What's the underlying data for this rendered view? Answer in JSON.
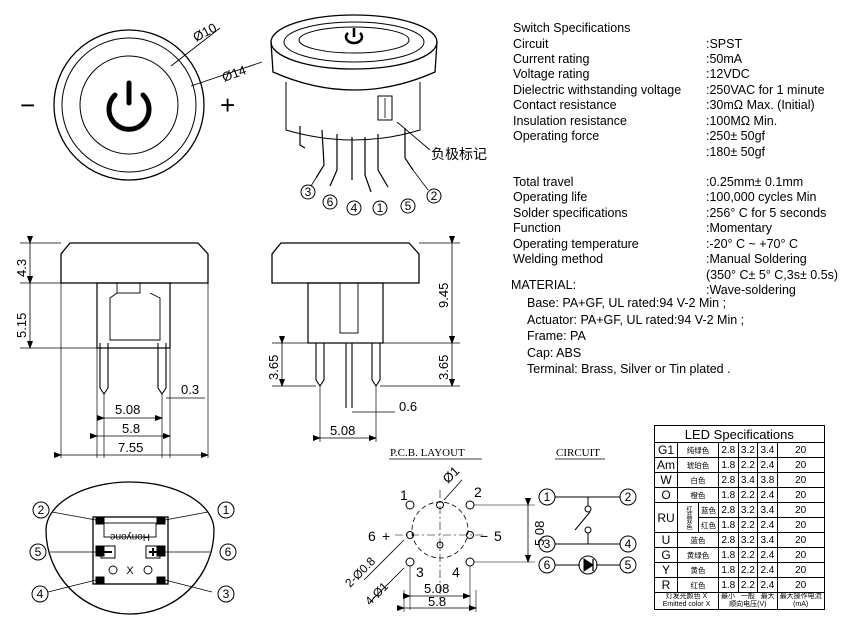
{
  "specs": {
    "title": "Switch Specifications",
    "rows": [
      {
        "label": "Circuit",
        "value": ":SPST"
      },
      {
        "label": "Current rating",
        "value": ":50mA"
      },
      {
        "label": "Voltage rating",
        "value": ":12VDC"
      },
      {
        "label": "Dielectric withstanding voltage",
        "value": ":250VAC for 1 minute"
      },
      {
        "label": "Contact resistance",
        "value": ":30mΩ  Max. (Initial)"
      },
      {
        "label": "Insulation resistance",
        "value": ":100MΩ  Min."
      },
      {
        "label": "Operating force",
        "value": ":250± 50gf"
      },
      {
        "label": "",
        "value": ":180± 50gf"
      },
      {
        "label": "Total travel",
        "value": ":0.25mm± 0.1mm"
      },
      {
        "label": "Operating life",
        "value": ":100,000 cycles Min"
      },
      {
        "label": "Solder specifications",
        "value": ":256° C for 5 seconds"
      },
      {
        "label": "Function",
        "value": ":Momentary"
      },
      {
        "label": "Operating temperature",
        "value": ":-20° C ~ +70° C"
      },
      {
        "label": "Welding method",
        "value": ":Manual Soldering"
      },
      {
        "label": "",
        "value": "(350° C± 5° C,3s± 0.5s)"
      },
      {
        "label": "",
        "value": ":Wave-soldering"
      }
    ]
  },
  "material": {
    "title": "MATERIAL:",
    "lines": [
      "Base: PA+GF, UL rated:94 V-2 Min ;",
      "Actuator: PA+GF, UL rated:94 V-2 Min ;",
      "Frame: PA",
      "Cap: ABS",
      "Terminal: Brass, Silver or Tin plated ."
    ]
  },
  "led": {
    "title": "LED Specifications",
    "rows": [
      {
        "code": "G1",
        "cn": "纯绿色",
        "min": "2.8",
        "typ": "3.2",
        "max": "3.4",
        "cur": "20"
      },
      {
        "code": "Am",
        "cn": "琥珀色",
        "min": "1.8",
        "typ": "2.2",
        "max": "2.4",
        "cur": "20"
      },
      {
        "code": "W",
        "cn": "白色",
        "min": "2.8",
        "typ": "3.4",
        "max": "3.8",
        "cur": "20"
      },
      {
        "code": "O",
        "cn": "橙色",
        "min": "1.8",
        "typ": "2.2",
        "max": "2.4",
        "cur": "20"
      },
      {
        "code": "RU",
        "cn": "蓝色",
        "min": "2.8",
        "typ": "3.2",
        "max": "3.4",
        "cur": "20"
      },
      {
        "code": "",
        "cn": "红色",
        "min": "1.8",
        "typ": "2.2",
        "max": "2.4",
        "cur": "20"
      },
      {
        "code": "U",
        "cn": "蓝色",
        "min": "2.8",
        "typ": "3.2",
        "max": "3.4",
        "cur": "20"
      },
      {
        "code": "G",
        "cn": "黄绿色",
        "min": "1.8",
        "typ": "2.2",
        "max": "2.4",
        "cur": "20"
      },
      {
        "code": "Y",
        "cn": "黄色",
        "min": "1.8",
        "typ": "2.2",
        "max": "2.4",
        "cur": "20"
      },
      {
        "code": "R",
        "cn": "红色",
        "min": "1.8",
        "typ": "2.2",
        "max": "2.4",
        "cur": "20"
      }
    ],
    "ru_group": "红蓝双色",
    "footer_cn": "灯发光颜色",
    "footer_en": "Emitted color",
    "x_mark": "X",
    "min_label": "最小",
    "typ_label": "一般",
    "max_label": "最大",
    "vf_label": "顺向电压(V)",
    "cur_label": "最大操作电流",
    "cur_unit": "(mA)"
  },
  "labels": {
    "pcb_title": "P.C.B.  LAYOUT",
    "circuit_title": "CIRCUIT",
    "neg_mark_cn": "负极标记",
    "brand": "Honyone",
    "dia10": "Ø10",
    "dia14": "Ø14",
    "d43": "4.3",
    "d515": "5.15",
    "d945": "9.45",
    "d365": "3.65",
    "d03": "0.3",
    "d06": "0.6",
    "d508": "5.08",
    "d58": "5.8",
    "d755": "7.55",
    "pcb_d1": "Ø1",
    "pcb_d08": "2-Ø0.8",
    "pcb_d1b": "4-Ø1",
    "minus": "−",
    "plus": "+",
    "cross": "X",
    "p1": "1",
    "p2": "2",
    "p3": "3",
    "p4": "4",
    "p5": "5",
    "p6": "6"
  }
}
